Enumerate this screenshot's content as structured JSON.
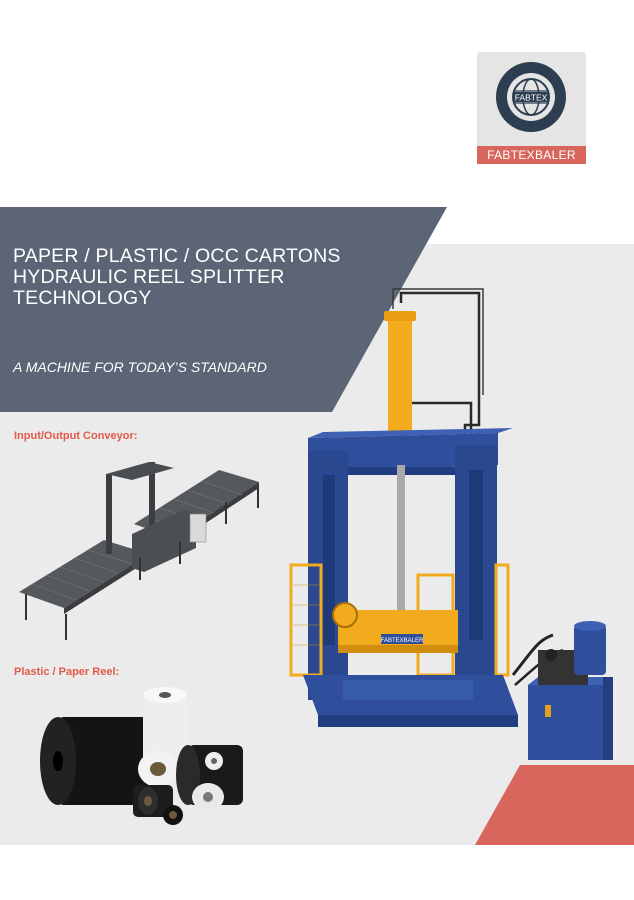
{
  "brand": {
    "logo_text": "FABTEX",
    "caption": "FABTEXBALER",
    "accent": "#d9665c",
    "dark": "#2c3e50"
  },
  "hero": {
    "title_lines": [
      "PAPER / PLASTIC / OCC CARTONS",
      "HYDRAULIC REEL SPLITTER",
      "TECHNOLOGY"
    ],
    "tagline": "A MACHINE FOR TODAY’S STANDARD",
    "panel_color": "#5b6576"
  },
  "sections": {
    "conveyor_label": "Input/Output Conveyor:",
    "reel_label": "Plastic / Paper Reel:"
  },
  "machine": {
    "plate_text": "FABTEXBALER",
    "frame_color": "#2f4f9c",
    "cylinder_color": "#f2ab1c"
  }
}
